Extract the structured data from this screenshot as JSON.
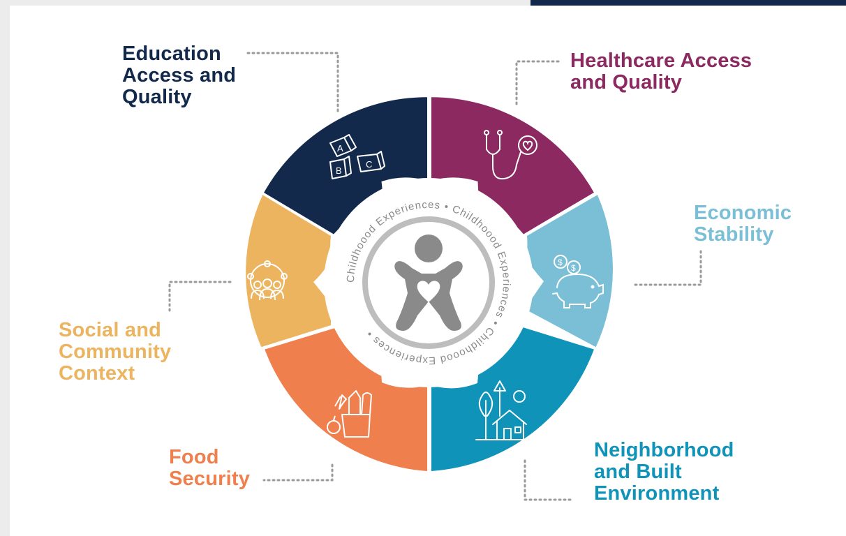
{
  "colors": {
    "navy": "#12294b",
    "plum": "#8b2960",
    "sky": "#7bbfd6",
    "teal": "#0f93b9",
    "orange": "#ef7f4d",
    "yellow": "#ecb45f",
    "gray": "#8a8a8a",
    "light_gray": "#bdbdbd"
  },
  "center": {
    "icon": "child-heart-icon",
    "ring_text": "Childhoood Experiences"
  },
  "segments": [
    {
      "id": "education",
      "icon": "abc-blocks-icon",
      "label_lines": [
        "Education",
        "Access and",
        "Quality"
      ]
    },
    {
      "id": "healthcare",
      "icon": "stethoscope-heart-icon",
      "label_lines": [
        "Healthcare Access",
        "and Quality"
      ]
    },
    {
      "id": "economic",
      "icon": "piggy-bank-coins-icon",
      "label_lines": [
        "Economic",
        "Stability"
      ]
    },
    {
      "id": "neighborhood",
      "icon": "house-tree-icon",
      "label_lines": [
        "Neighborhood",
        "and Built",
        "Environment"
      ]
    },
    {
      "id": "food",
      "icon": "grocery-bag-icon",
      "label_lines": [
        "Food",
        "Security"
      ]
    },
    {
      "id": "social",
      "icon": "community-people-icon",
      "label_lines": [
        "Social and",
        "Community",
        "Context"
      ]
    }
  ]
}
